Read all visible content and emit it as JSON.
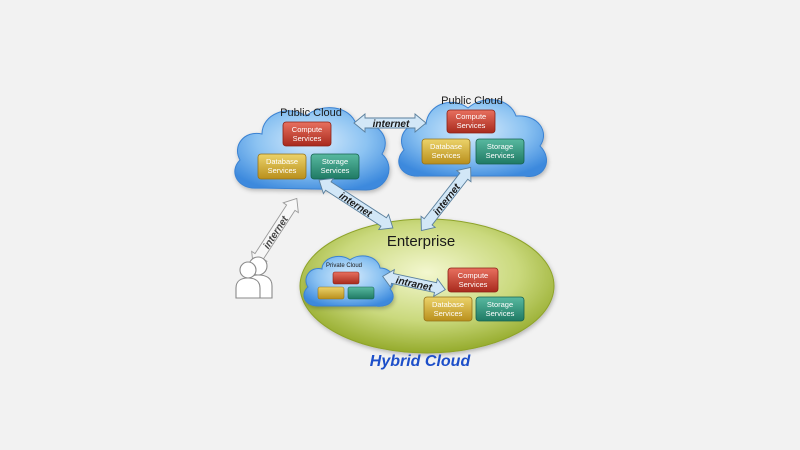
{
  "diagram": {
    "title": "Hybrid Cloud",
    "public_cloud_left": {
      "label": "Public Cloud",
      "compute": [
        "Compute",
        "Services"
      ],
      "database": [
        "Database",
        "Services"
      ],
      "storage": [
        "Storage",
        "Services"
      ]
    },
    "public_cloud_right": {
      "label": "Public Cloud",
      "compute": [
        "Compute",
        "Services"
      ],
      "database": [
        "Database",
        "Services"
      ],
      "storage": [
        "Storage",
        "Services"
      ]
    },
    "enterprise": {
      "label": "Enterprise",
      "private_cloud_label": "Private Cloud",
      "compute": [
        "Compute",
        "Services"
      ],
      "database": [
        "Database",
        "Services"
      ],
      "storage": [
        "Storage",
        "Services"
      ]
    },
    "links": {
      "clouds": "internet",
      "left_to_enterprise": "internet",
      "right_to_enterprise": "internet",
      "user": "internet",
      "private": "intranet"
    },
    "colors": {
      "background": "#f2f2f2",
      "cloud": "#5ba3ea",
      "enterprise": "#b9cd5c",
      "compute": "#c0392b",
      "database": "#c9a629",
      "storage": "#2a8f78",
      "arrow": "#d2e7f7",
      "title": "#1d4fc9"
    }
  }
}
